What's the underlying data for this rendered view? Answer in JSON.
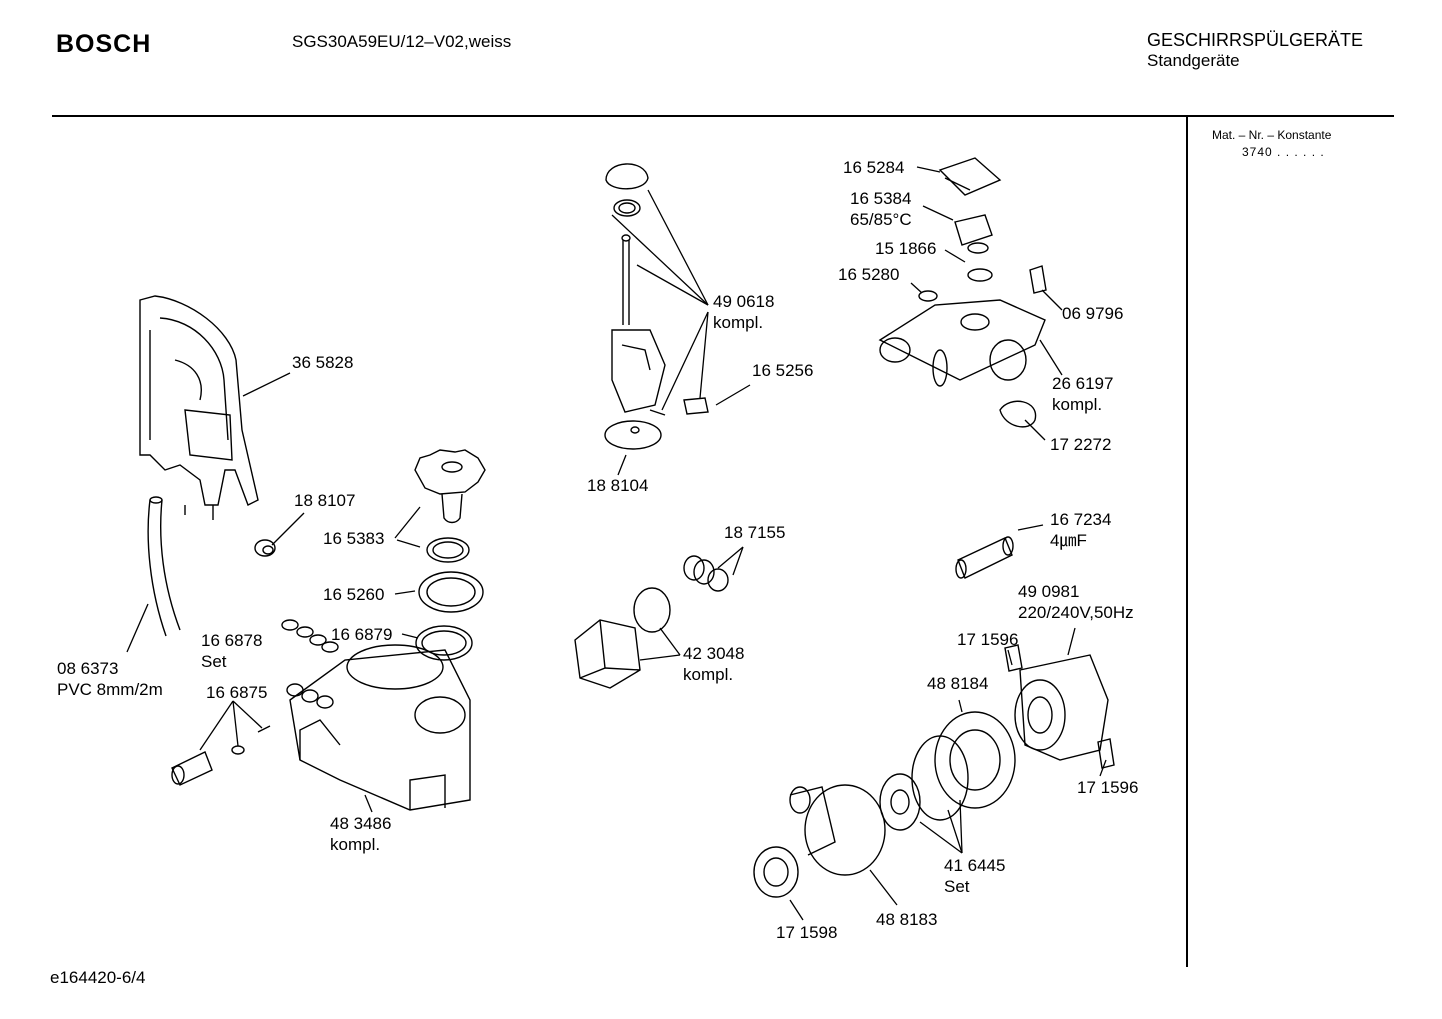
{
  "header": {
    "brand": "BOSCH",
    "model": "SGS30A59EU/12–V02,weiss",
    "category": "GESCHIRRSPÜLGERÄTE",
    "subcategory": "Standgeräte"
  },
  "sidebar": {
    "mat_label": "Mat. – Nr. – Konstante",
    "mat_value": "3740  .  .  .  .  .  ."
  },
  "footer": {
    "code": "e164420-6/4"
  },
  "parts": [
    {
      "id": "p365828",
      "number": "36 5828",
      "note": ""
    },
    {
      "id": "p188107",
      "number": "18 8107",
      "note": ""
    },
    {
      "id": "p086373",
      "number": "08 6373",
      "note": "PVC 8mm/2m"
    },
    {
      "id": "p165383",
      "number": "16 5383",
      "note": ""
    },
    {
      "id": "p165260",
      "number": "16 5260",
      "note": ""
    },
    {
      "id": "p166878",
      "number": "16 6878",
      "note": "Set"
    },
    {
      "id": "p166879",
      "number": "16 6879",
      "note": ""
    },
    {
      "id": "p166875",
      "number": "16 6875",
      "note": ""
    },
    {
      "id": "p483486",
      "number": "48 3486",
      "note": "kompl."
    },
    {
      "id": "p490618",
      "number": "49 0618",
      "note": "kompl."
    },
    {
      "id": "p165256",
      "number": "16 5256",
      "note": ""
    },
    {
      "id": "p188104",
      "number": "18 8104",
      "note": ""
    },
    {
      "id": "p187155",
      "number": "18 7155",
      "note": ""
    },
    {
      "id": "p423048",
      "number": "42 3048",
      "note": "kompl."
    },
    {
      "id": "p165284",
      "number": "16 5284",
      "note": ""
    },
    {
      "id": "p165384",
      "number": "16 5384",
      "note": "65/85°C"
    },
    {
      "id": "p151866",
      "number": "15 1866",
      "note": ""
    },
    {
      "id": "p165280",
      "number": "16 5280",
      "note": ""
    },
    {
      "id": "p069796",
      "number": "06 9796",
      "note": ""
    },
    {
      "id": "p266197",
      "number": "26 6197",
      "note": "kompl."
    },
    {
      "id": "p172272",
      "number": "17 2272",
      "note": ""
    },
    {
      "id": "p167234",
      "number": "16 7234",
      "note": "4㎛F"
    },
    {
      "id": "p490981",
      "number": "49 0981",
      "note": "220/240V,50Hz"
    },
    {
      "id": "p171596a",
      "number": "17 1596",
      "note": ""
    },
    {
      "id": "p488184",
      "number": "48 8184",
      "note": ""
    },
    {
      "id": "p171596b",
      "number": "17 1596",
      "note": ""
    },
    {
      "id": "p416445",
      "number": "41 6445",
      "note": "Set"
    },
    {
      "id": "p488183",
      "number": "48 8183",
      "note": ""
    },
    {
      "id": "p171598",
      "number": "17 1598",
      "note": ""
    }
  ]
}
